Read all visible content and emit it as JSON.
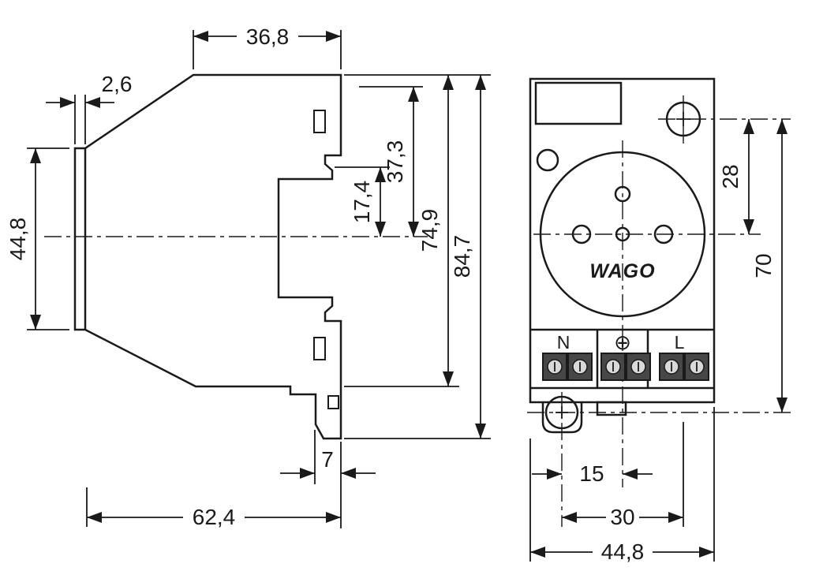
{
  "diagram": {
    "brand_logo": "WAGO",
    "terminals": {
      "neutral": "N",
      "earth": "⊕",
      "line": "L"
    },
    "colors": {
      "line": "#1a1a1a",
      "background": "#ffffff"
    },
    "side_view": {
      "dim_top_width": "36,8",
      "dim_flange_thickness": "2,6",
      "dim_flange_height": "44,8",
      "dim_rail_to_center": "17,4",
      "dim_top_to_center": "37,3",
      "dim_body_height": "74,9",
      "dim_total_height": "84,7",
      "dim_foot_width": "7",
      "dim_total_depth": "62,4"
    },
    "front_view": {
      "dim_hole_to_center": "28",
      "dim_hole_spacing_vertical": "70",
      "dim_center_to_hole": "15",
      "dim_hole_spacing_horizontal": "30",
      "dim_total_width": "44,8"
    }
  }
}
